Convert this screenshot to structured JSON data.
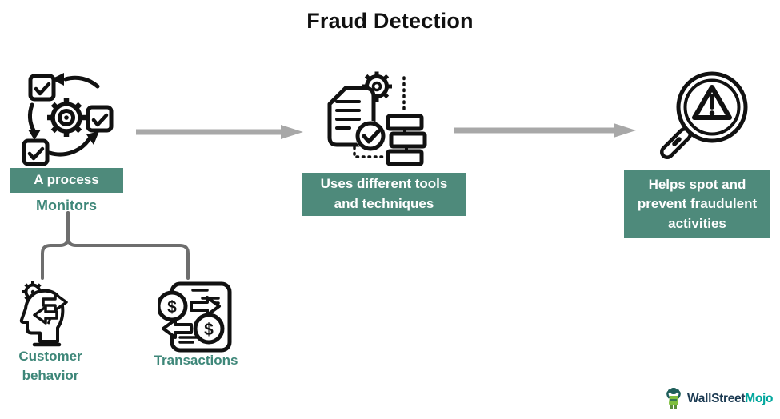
{
  "title": "Fraud Detection",
  "steps": [
    {
      "label": "A process",
      "icon": "process-cycle-icon"
    },
    {
      "label": "Uses different tools and techniques",
      "icon": "document-gear-checklist-icon"
    },
    {
      "label": "Helps spot and prevent fraudulent activities",
      "icon": "magnifier-warning-icon"
    }
  ],
  "monitors": {
    "label": "Monitors",
    "children": [
      {
        "label": "Customer behavior",
        "icon": "customer-behavior-head-gear-icon"
      },
      {
        "label": "Transactions",
        "icon": "transactions-phone-dollar-icon"
      }
    ]
  },
  "icons": {
    "currency_symbol": "$"
  },
  "logo": {
    "primary": "WallStreet",
    "accent": "Mojo",
    "icon": "mojo-mascot-icon"
  },
  "colors": {
    "box_teal": "#4E8A7B",
    "label_teal": "#3E8779",
    "arrow_gray": "#A8A8A8",
    "brace_gray": "#6E6E6E",
    "icon_ink": "#111111",
    "logo_navy": "#1C3B53",
    "logo_teal": "#00A79D"
  }
}
